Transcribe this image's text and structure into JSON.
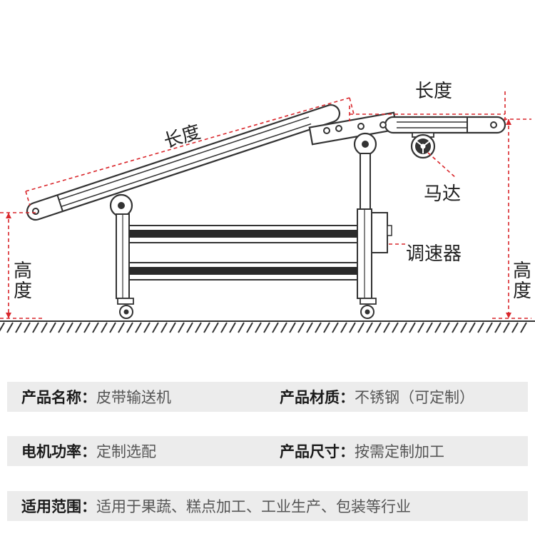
{
  "diagram": {
    "labels": {
      "length_incline": "长度",
      "length_top": "长度",
      "motor": "马达",
      "speed_controller": "调速器",
      "height_left": [
        "高",
        "度"
      ],
      "height_right": [
        "高",
        "度"
      ]
    },
    "colors": {
      "dimension_line": "#d9262b",
      "frame": "#333333",
      "belt": "#2a2a2a"
    }
  },
  "specs": [
    [
      {
        "label": "产品名称：",
        "value": "皮带输送机"
      },
      {
        "label": "产品材质：",
        "value": "不锈钢（可定制）"
      }
    ],
    [
      {
        "label": "电机功率：",
        "value": "定制选配"
      },
      {
        "label": "产品尺寸：",
        "value": "按需定制加工"
      }
    ],
    [
      {
        "label": "适用范围：",
        "value": "适用于果蔬、糕点加工、工业生产、包装等行业"
      }
    ]
  ]
}
